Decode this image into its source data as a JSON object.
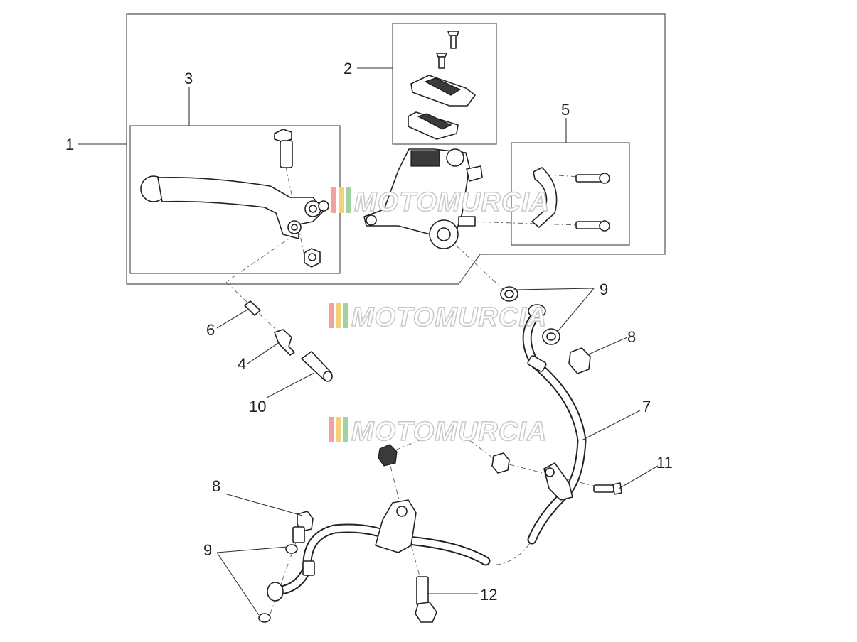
{
  "callouts": {
    "c1": "1",
    "c2": "2",
    "c3": "3",
    "c4": "4",
    "c5": "5",
    "c6": "6",
    "c7": "7",
    "c8a": "8",
    "c8b": "8",
    "c9a": "9",
    "c9b": "9",
    "c10": "10",
    "c11": "11",
    "c12": "12"
  },
  "watermark": {
    "text": "MOTOMURCIA",
    "stripe_colors": [
      "#f2a0a0",
      "#f5d27a",
      "#9fd39f"
    ]
  },
  "colors": {
    "line": "#222222",
    "frame": "#555555",
    "watermark_outline": "#c9c9c9"
  }
}
